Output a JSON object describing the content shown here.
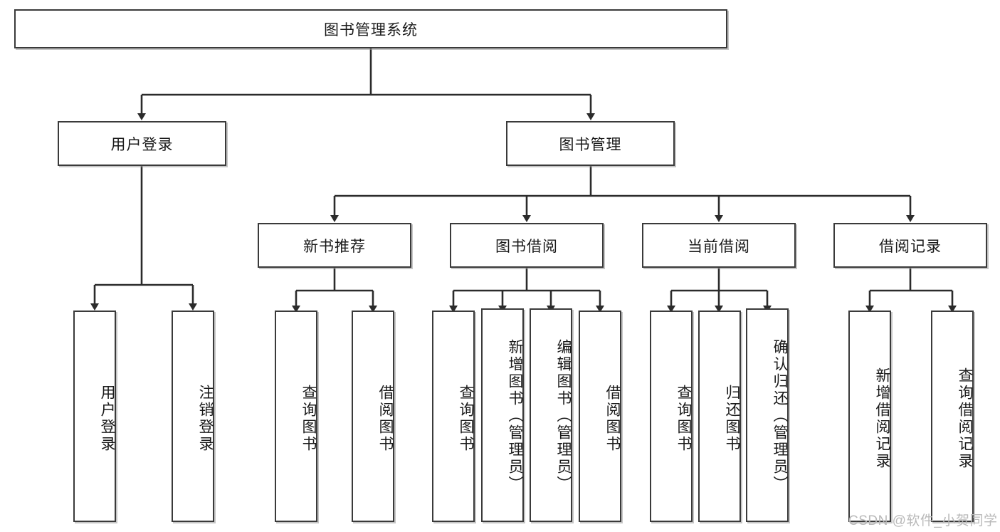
{
  "diagram": {
    "type": "tree-hierarchy-chart",
    "title": "图书管理系统",
    "root": {
      "label": "图书管理系统"
    },
    "level2": [
      {
        "label": "用户登录"
      },
      {
        "label": "图书管理"
      }
    ],
    "level3": [
      {
        "label": "新书推荐"
      },
      {
        "label": "图书借阅"
      },
      {
        "label": "当前借阅"
      },
      {
        "label": "借阅记录"
      }
    ],
    "leaves": {
      "user_login": [
        {
          "label": "用户登录"
        },
        {
          "label": "注销登录"
        }
      ],
      "new_book_recommend": [
        {
          "label": "查询图书"
        },
        {
          "label": "借阅图书"
        }
      ],
      "book_borrow": [
        {
          "label": "查询图书"
        },
        {
          "label": "新增图书（管理员）"
        },
        {
          "label": "编辑图书（管理员）"
        },
        {
          "label": "借阅图书"
        }
      ],
      "current_borrow": [
        {
          "label": "查询图书"
        },
        {
          "label": "归还图书"
        },
        {
          "label": "确认归还（管理员）"
        }
      ],
      "borrow_record": [
        {
          "label": "新增借阅记录"
        },
        {
          "label": "查询借阅记录"
        }
      ]
    },
    "watermark": "CSDN @软件_小贺同学",
    "colors": {
      "box_border": "#3a3a3a",
      "box_fill": "#ffffff",
      "line": "#2b2b2b",
      "text": "#1a1a1a",
      "watermark": "#b9b9b9",
      "background": "#ffffff"
    }
  }
}
